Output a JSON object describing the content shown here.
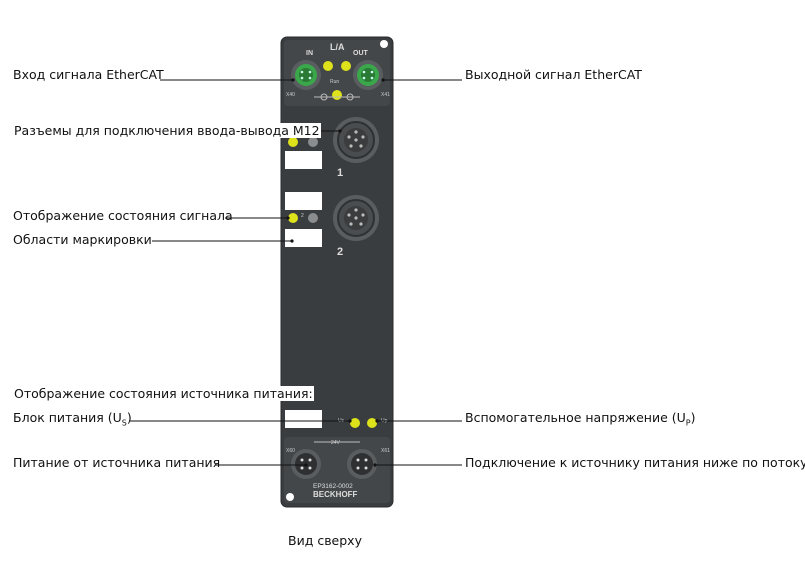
{
  "labels": {
    "ethercat_in": "Вход сигнала EtherCAT",
    "ethercat_out": "Выходной сигнал EtherCAT",
    "m12_connectors": "Разъемы для подключения ввода-вывода М12",
    "signal_status": "Отображение состояния сигнала",
    "marking_areas": "Области маркировки",
    "power_status_heading": "Отображение состояния источника питания:",
    "power_supply_prefix": "Блок питания (U",
    "power_supply_sub": "S",
    "power_supply_suffix": ")",
    "aux_voltage_prefix": "Вспомогательное напряжение (U",
    "aux_voltage_sub": "P",
    "aux_voltage_suffix": ")",
    "power_feed": "Питание от источника питания",
    "downstream_power": "Подключение к источнику питания ниже по потоку"
  },
  "device": {
    "in_label": "IN",
    "la_label": "L/A",
    "out_label": "OUT",
    "x40": "X40",
    "x41": "X41",
    "run_label": "Run",
    "conn1_label": "1",
    "conn2_label": "2",
    "us_label": "Us",
    "up_label": "Up",
    "v24_label": "24V",
    "x60": "X60",
    "x61": "X61",
    "model": "EP3162-0002",
    "brand": "BECKHOFF",
    "ch1_led": "1",
    "ch2_led": "2"
  },
  "caption": "Вид сверху",
  "colors": {
    "housing": "#3a3d40",
    "led_yellow": "#dde21a",
    "led_gray": "#8a8c8e",
    "connector_green": "#3aa84a",
    "connector_gray": "#5a5d60"
  }
}
